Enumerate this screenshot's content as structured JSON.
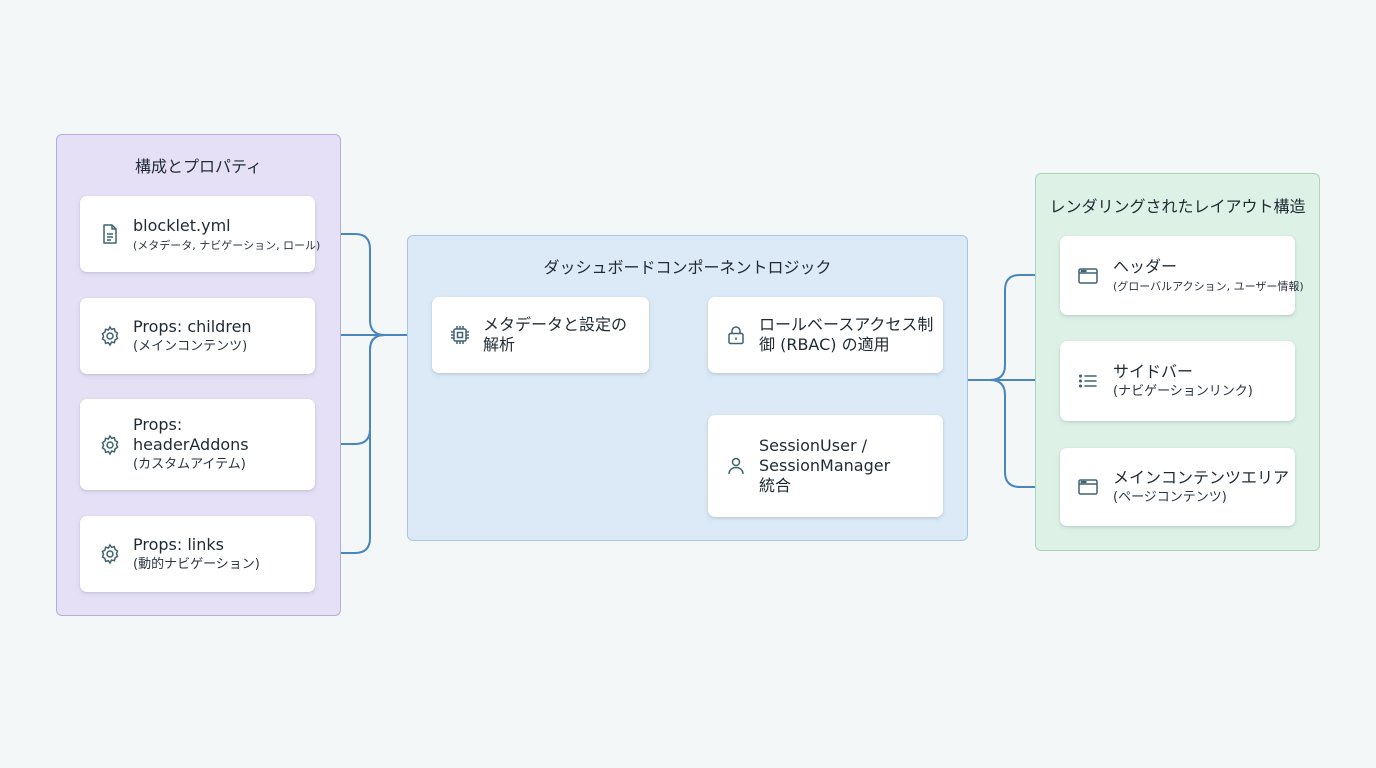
{
  "config": {
    "title": "構成とプロパティ",
    "items": [
      {
        "icon": "document-icon",
        "line1": "blocklet.yml",
        "line2": "(メタデータ, ナビゲーション, ロール)"
      },
      {
        "icon": "gear-icon",
        "line1": "Props: children",
        "line2": "(メインコンテンツ)"
      },
      {
        "icon": "gear-icon",
        "line1": "Props:",
        "line1b": "headerAddons",
        "line2": "(カスタムアイテム)"
      },
      {
        "icon": "gear-icon",
        "line1": "Props: links",
        "line2": "(動的ナビゲーション)"
      }
    ]
  },
  "logic": {
    "title": "ダッシュボードコンポーネントロジック",
    "steps": [
      {
        "icon": "chip-icon",
        "line1": "メタデータと設定の",
        "line2": "解析"
      },
      {
        "icon": "lock-icon",
        "line1": "ロールベースアクセス制",
        "line2": "御 (RBAC) の適用"
      },
      {
        "icon": "user-icon",
        "line1": "SessionUser /",
        "line2": "SessionManager",
        "line3": "統合"
      }
    ]
  },
  "layout": {
    "title": "レンダリングされたレイアウト構造",
    "items": [
      {
        "icon": "browser-window-icon",
        "line1": "ヘッダー",
        "line2": "(グローバルアクション, ユーザー情報)"
      },
      {
        "icon": "list-icon",
        "line1": "サイドバー",
        "line2": "(ナビゲーションリンク)"
      },
      {
        "icon": "browser-window-icon",
        "line1": "メインコンテンツエリア",
        "line2": "(ページコンテンツ)"
      }
    ]
  },
  "colors": {
    "connector": "#4a86be",
    "icon": "#3f6470"
  }
}
